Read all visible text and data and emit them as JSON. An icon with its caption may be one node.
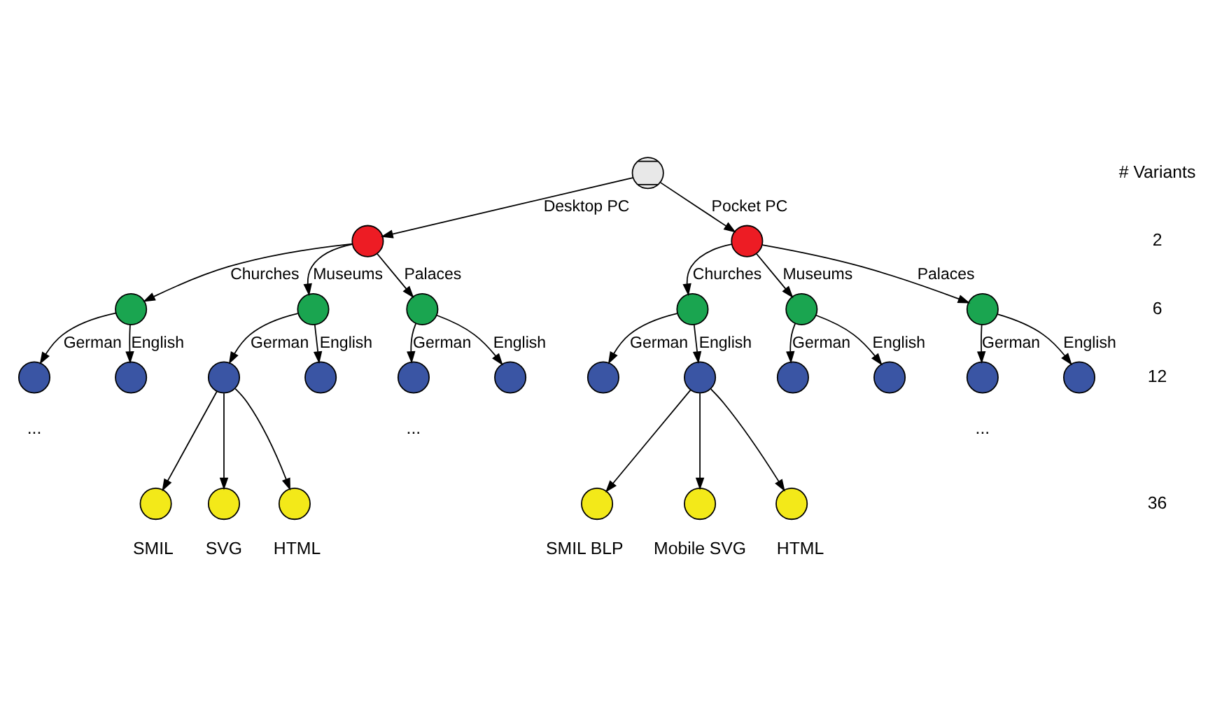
{
  "diagram": {
    "nodes": [
      {
        "text": [],
        "shape": "circle"
      },
      {
        "text": [],
        "shape": "circle"
      },
      {
        "text": [],
        "shape": "circle"
      },
      {
        "text": [],
        "shape": "circle"
      },
      {
        "text": [],
        "shape": "circle"
      },
      {
        "text": [],
        "shape": "circle"
      },
      {
        "text": [],
        "shape": "circle"
      },
      {
        "text": [],
        "shape": "circle"
      },
      {
        "text": [],
        "shape": "circle"
      },
      {
        "text": [],
        "shape": "circle"
      },
      {
        "text": [],
        "shape": "circle"
      },
      {
        "text": [],
        "shape": "circle"
      },
      {
        "text": [],
        "shape": "circle"
      },
      {
        "text": [],
        "shape": "circle"
      },
      {
        "text": [],
        "shape": "circle"
      },
      {
        "text": [],
        "shape": "circle"
      },
      {
        "text": [],
        "shape": "circle"
      },
      {
        "text": [],
        "shape": "circle"
      },
      {
        "text": [],
        "shape": "circle"
      },
      {
        "text": [],
        "shape": "circle"
      },
      {
        "text": [],
        "shape": "circle"
      },
      {
        "text": [],
        "shape": "circle",
        "beside": [
          "SMIL"
        ]
      },
      {
        "text": [],
        "shape": "circle",
        "beside": [
          "SVG"
        ]
      },
      {
        "text": [],
        "shape": "circle",
        "beside": [
          "HTML"
        ]
      },
      {
        "text": [],
        "shape": "circle",
        "beside": [
          "SMIL BLP"
        ]
      },
      {
        "text": [],
        "shape": "circle",
        "beside": [
          "Mobile SVG"
        ]
      },
      {
        "text": [],
        "shape": "circle",
        "beside": [
          "HTML"
        ]
      }
    ],
    "edges": [
      {
        "from": 0,
        "to": 1,
        "arrow": "to",
        "label": "Desktop PC"
      },
      {
        "from": 0,
        "to": 2,
        "arrow": "to",
        "label": "Pocket PC"
      },
      {
        "from": 1,
        "to": 3,
        "arrow": "to",
        "label": "Churches"
      },
      {
        "from": 1,
        "to": 4,
        "arrow": "to",
        "label": "Museums"
      },
      {
        "from": 1,
        "to": 5,
        "arrow": "to",
        "label": "Palaces"
      },
      {
        "from": 2,
        "to": 6,
        "arrow": "to",
        "label": "Churches"
      },
      {
        "from": 2,
        "to": 7,
        "arrow": "to",
        "label": "Museums"
      },
      {
        "from": 2,
        "to": 8,
        "arrow": "to",
        "label": "Palaces"
      },
      {
        "from": 3,
        "to": 9,
        "arrow": "to",
        "label": "German"
      },
      {
        "from": 3,
        "to": 10,
        "arrow": "to",
        "label": "English"
      },
      {
        "from": 4,
        "to": 11,
        "arrow": "to",
        "label": "German"
      },
      {
        "from": 4,
        "to": 12,
        "arrow": "to",
        "label": "English"
      },
      {
        "from": 5,
        "to": 13,
        "arrow": "to",
        "label": "German"
      },
      {
        "from": 5,
        "to": 14,
        "arrow": "to",
        "label": "English"
      },
      {
        "from": 6,
        "to": 15,
        "arrow": "to",
        "label": "German"
      },
      {
        "from": 6,
        "to": 16,
        "arrow": "to",
        "label": "English"
      },
      {
        "from": 7,
        "to": 17,
        "arrow": "to",
        "label": "German"
      },
      {
        "from": 7,
        "to": 18,
        "arrow": "to",
        "label": "English"
      },
      {
        "from": 8,
        "to": 19,
        "arrow": "to",
        "label": "German"
      },
      {
        "from": 8,
        "to": 20,
        "arrow": "to",
        "label": "English"
      },
      {
        "from": 11,
        "to": 21,
        "arrow": "to"
      },
      {
        "from": 11,
        "to": 22,
        "arrow": "to"
      },
      {
        "from": 11,
        "to": 23,
        "arrow": "to"
      },
      {
        "from": 16,
        "to": 24,
        "arrow": "to"
      },
      {
        "from": 16,
        "to": 25,
        "arrow": "to"
      },
      {
        "from": 16,
        "to": 26,
        "arrow": "to"
      }
    ],
    "labels": [
      "# Variants",
      "2",
      "6",
      "12",
      "...",
      "...",
      "...",
      "36"
    ]
  }
}
